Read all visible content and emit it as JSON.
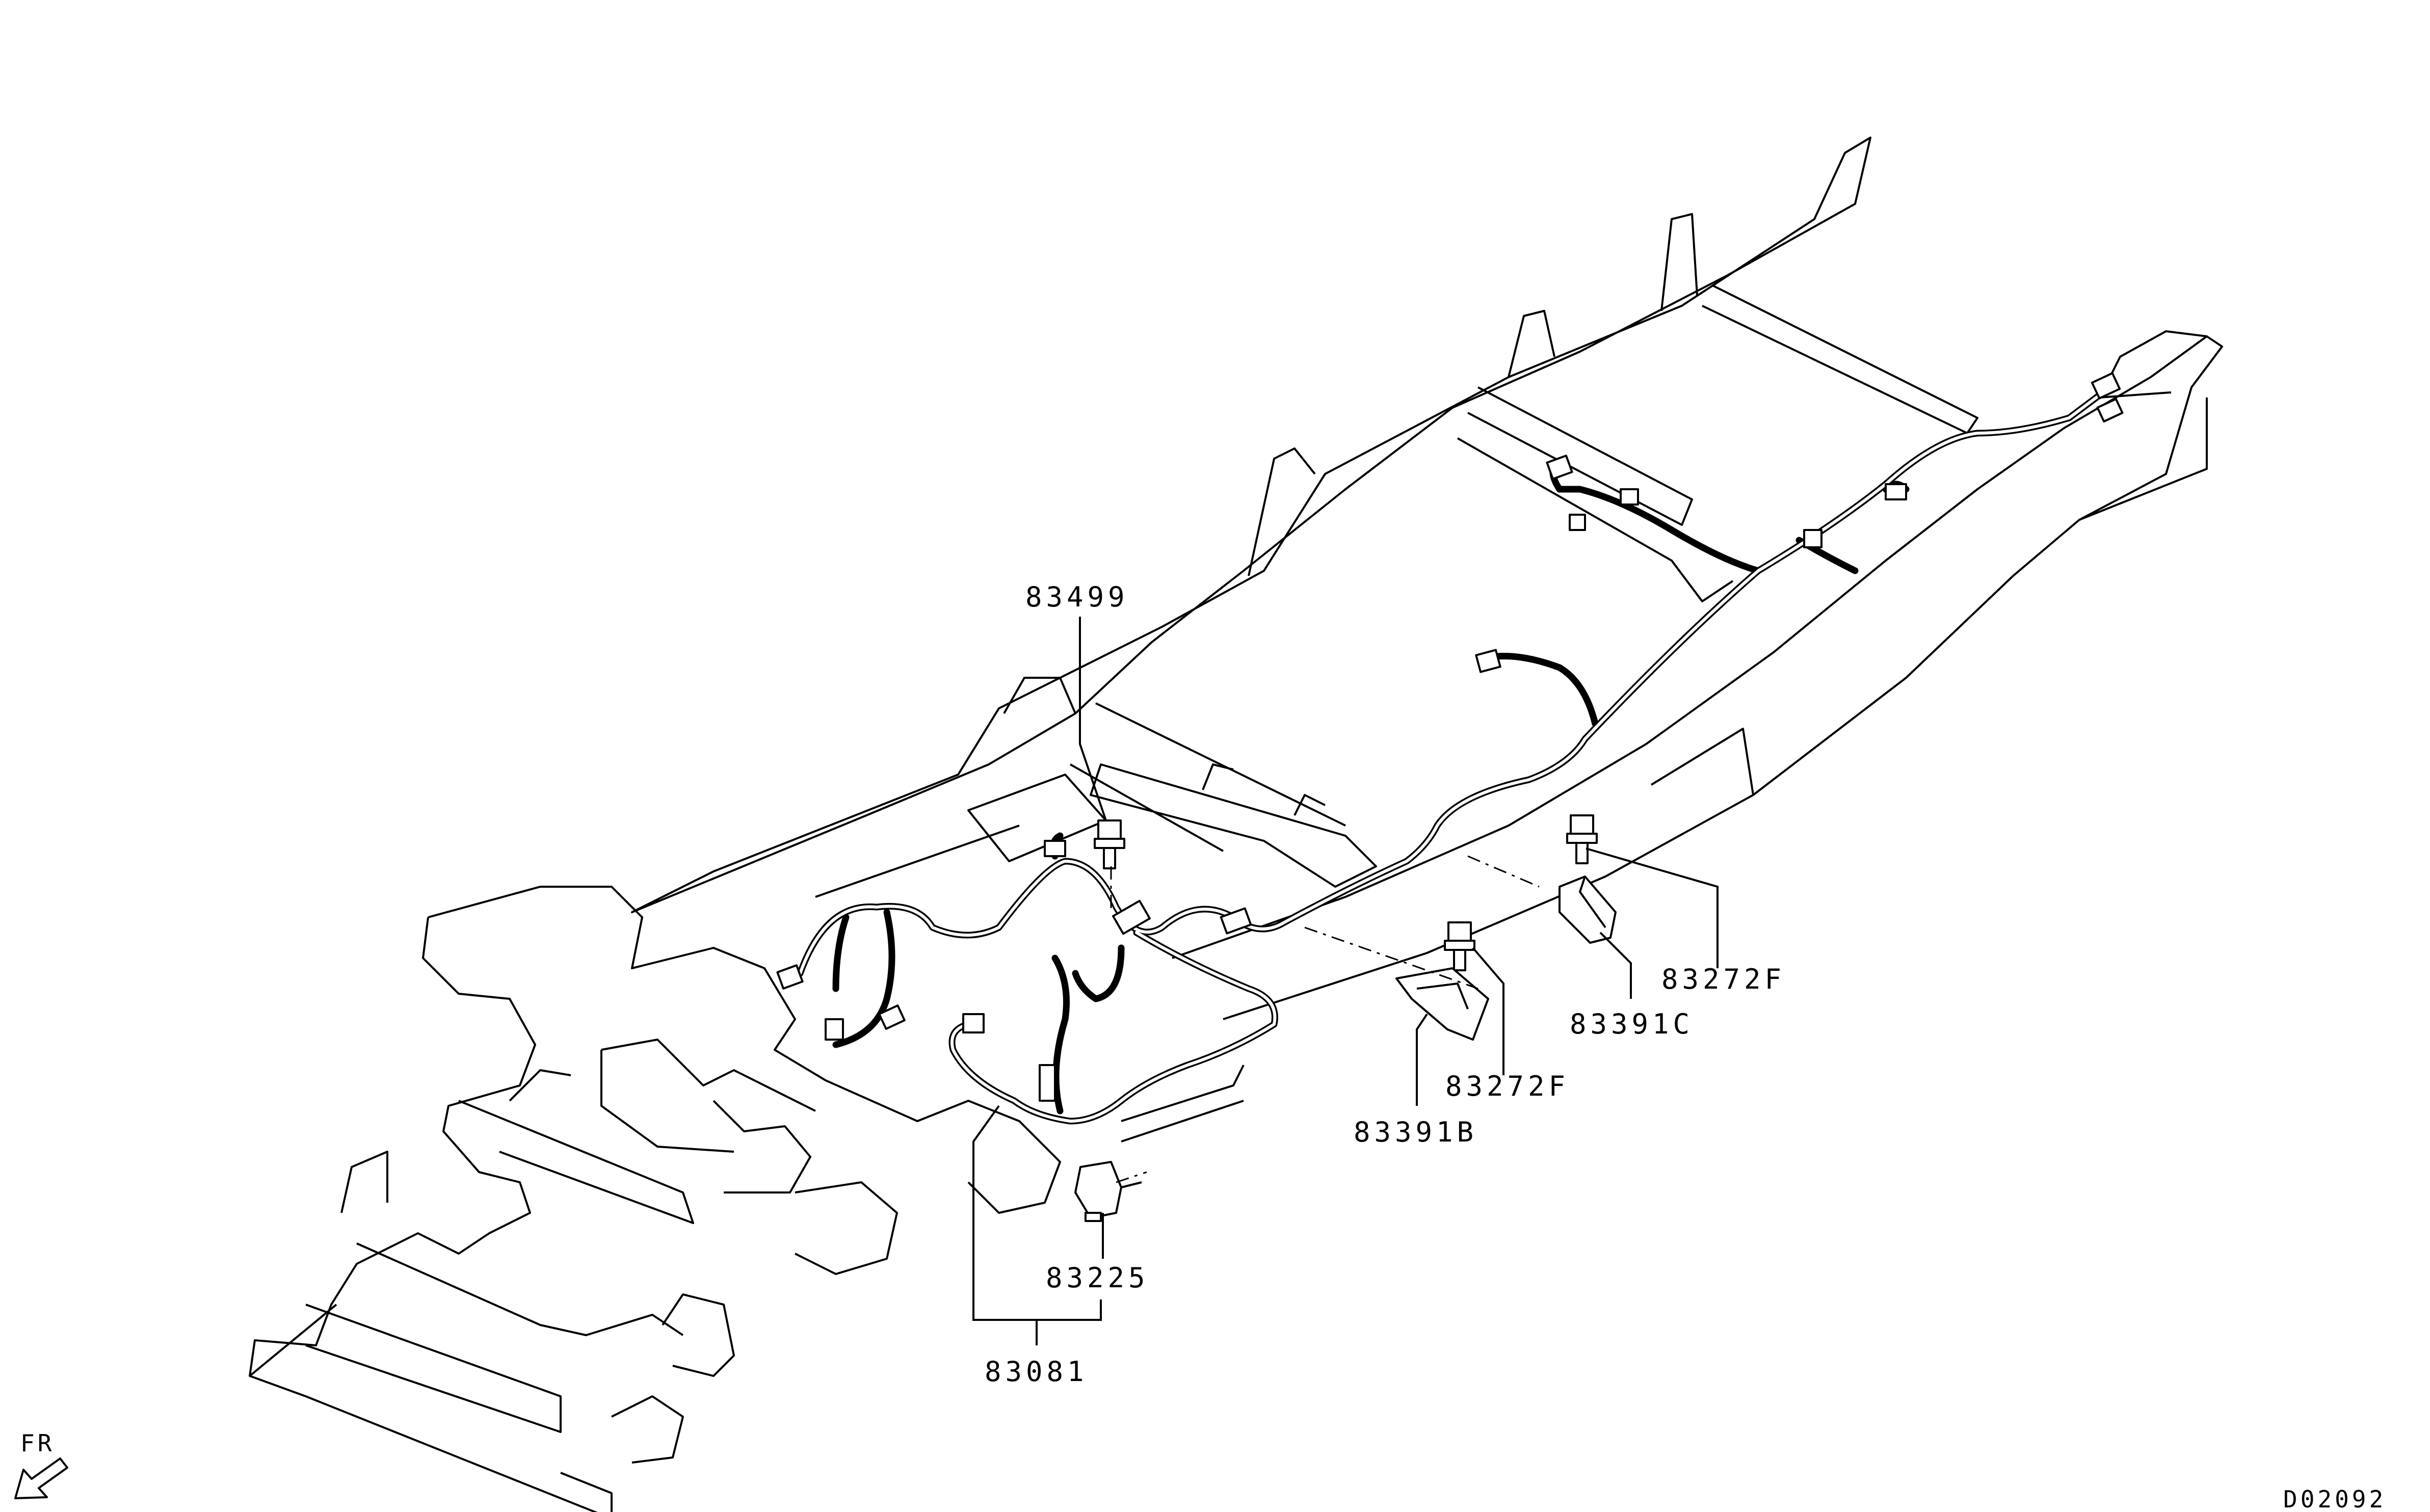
{
  "diagram": {
    "part_labels": {
      "p83499": "83499",
      "p83272f_upper": "83272F",
      "p83391c": "83391C",
      "p83272f_lower": "83272F",
      "p83391b": "83391B",
      "p83225": "83225",
      "p83081": "83081"
    },
    "direction_label": "FR",
    "drawing_code": "D02092"
  }
}
